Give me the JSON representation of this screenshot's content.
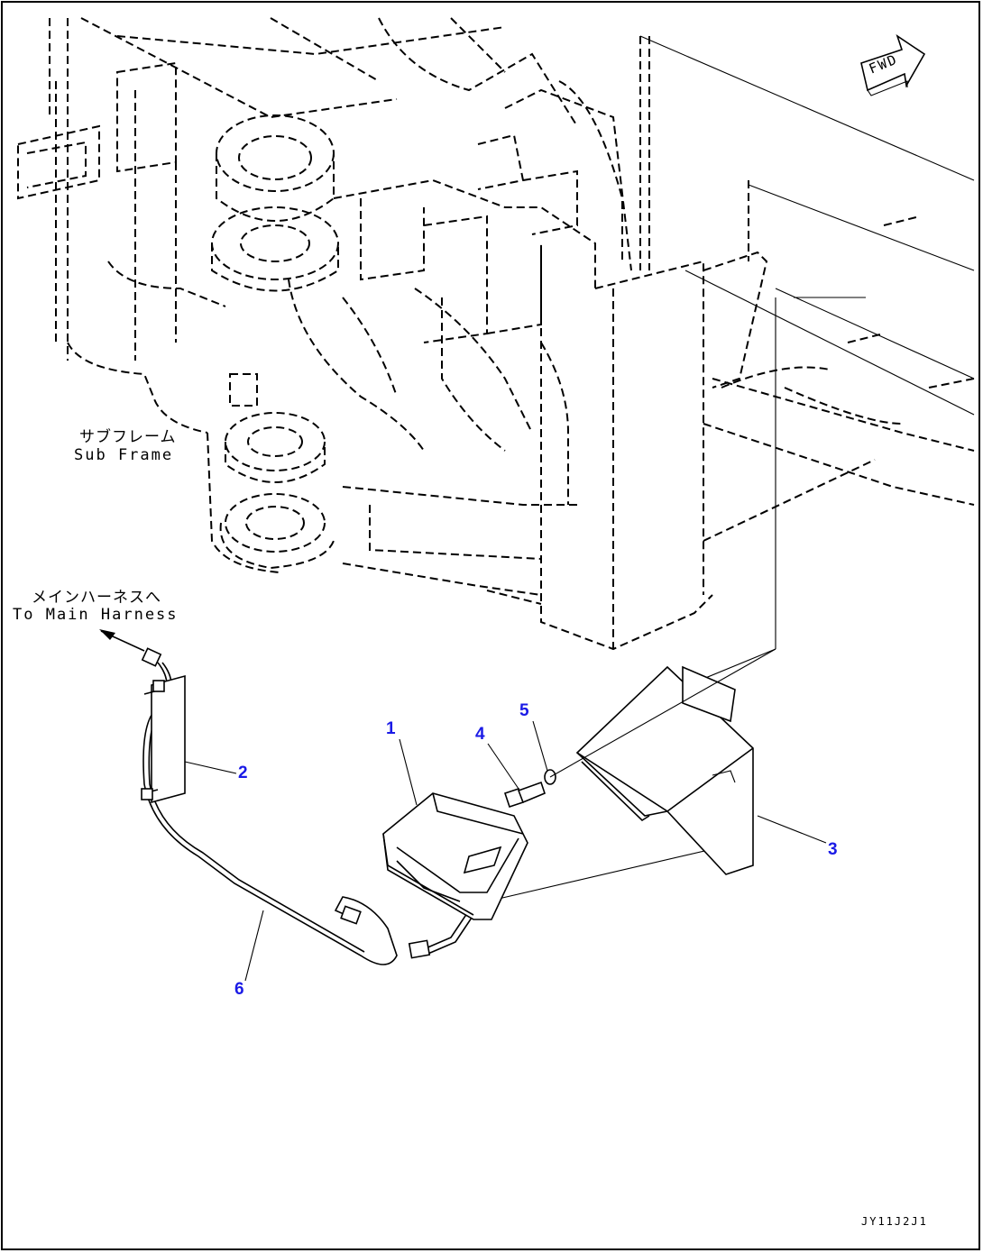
{
  "labels": {
    "sub_frame_jp": "サブフレーム",
    "sub_frame_en": "Sub Frame",
    "harness_jp": "メインハーネスへ",
    "harness_en": "To Main Harness",
    "fwd": "FWD",
    "drawing_code": "JY11J2J1"
  },
  "callouts": [
    {
      "id": "1",
      "label": "1"
    },
    {
      "id": "2",
      "label": "2"
    },
    {
      "id": "3",
      "label": "3"
    },
    {
      "id": "4",
      "label": "4"
    },
    {
      "id": "5",
      "label": "5"
    },
    {
      "id": "6",
      "label": "6"
    }
  ],
  "colors": {
    "line": "#000000",
    "callout": "#1a1ae6",
    "background": "#ffffff"
  }
}
